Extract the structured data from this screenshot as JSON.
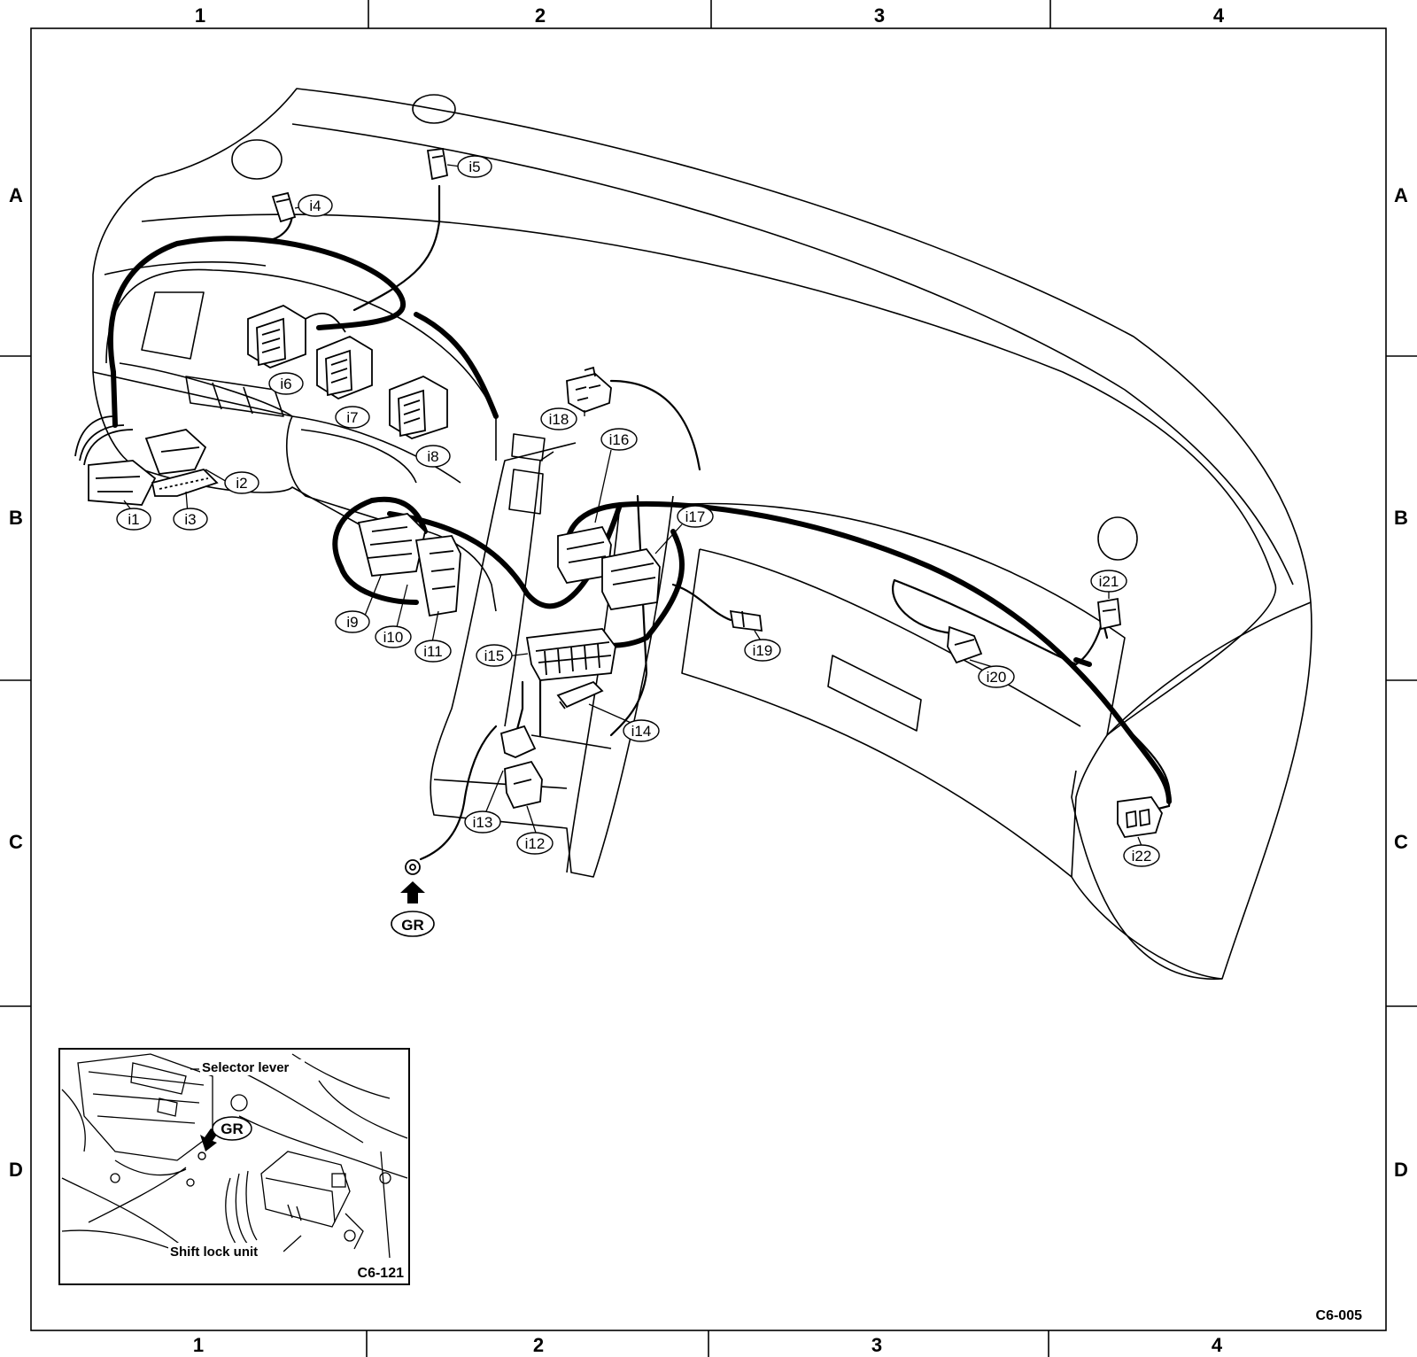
{
  "grid": {
    "columns": [
      "1",
      "2",
      "3",
      "4"
    ],
    "rows": [
      "A",
      "B",
      "C",
      "D"
    ]
  },
  "connectors": {
    "i1": "i1",
    "i2": "i2",
    "i3": "i3",
    "i4": "i4",
    "i5": "i5",
    "i6": "i6",
    "i7": "i7",
    "i8": "i8",
    "i9": "i9",
    "i10": "i10",
    "i11": "i11",
    "i12": "i12",
    "i13": "i13",
    "i14": "i14",
    "i15": "i15",
    "i16": "i16",
    "i17": "i17",
    "i18": "i18",
    "i19": "i19",
    "i20": "i20",
    "i21": "i21",
    "i22": "i22"
  },
  "ground": {
    "label": "GR"
  },
  "inset": {
    "selector_lever": "Selector lever",
    "ground": "GR",
    "shift_lock_unit": "Shift lock unit",
    "code": "C6-121"
  },
  "figure_code": "C6-005"
}
